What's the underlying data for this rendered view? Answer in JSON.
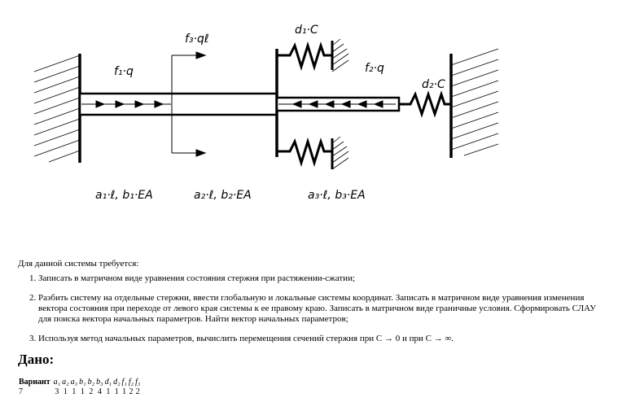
{
  "diagram": {
    "labels": {
      "f1": "f₁·q",
      "f2": "f₂·q",
      "f3": "f₃·qℓ",
      "d1": "d₁·C",
      "d2": "d₂·C",
      "seg1": "a₁·ℓ,  b₁·EA",
      "seg2": "a₂·ℓ,  b₂·EA",
      "seg3": "a₃·ℓ,  b₃·EA"
    }
  },
  "text": {
    "intro": "Для данной системы требуется:",
    "tasks": [
      {
        "num": "1.",
        "text": "Записать в матричном виде уравнения состояния стержня при растяжении-сжатии;"
      },
      {
        "num": "2.",
        "text": "Разбить систему на отдельные стержни, ввести глобальную и локальные системы координат. Записать в матричном виде уравнения изменения вектора состояния при переходе от левого края системы к ее правому краю. Записать в матричном виде граничные условия. Сформировать СЛАУ для поиска вектора начальных параметров. Найти вектор начальных параметров;"
      },
      {
        "num": "3.",
        "text": "Используя метод начальных параметров, вычислить перемещения сечений стержня при C → 0 и при C → ∞."
      }
    ],
    "given": "Дано:"
  },
  "table": {
    "header_first": "Вариант",
    "headers": [
      "a₁",
      "a₂",
      "a₃",
      "b₁",
      "b₂",
      "b₃",
      "d₁",
      "d₂",
      "f₁",
      "f₂",
      "f₃"
    ],
    "row_first": "7",
    "values": [
      "3",
      "1",
      "1",
      "1",
      "2",
      "4",
      "1",
      "1",
      "1",
      "2",
      "2"
    ]
  }
}
